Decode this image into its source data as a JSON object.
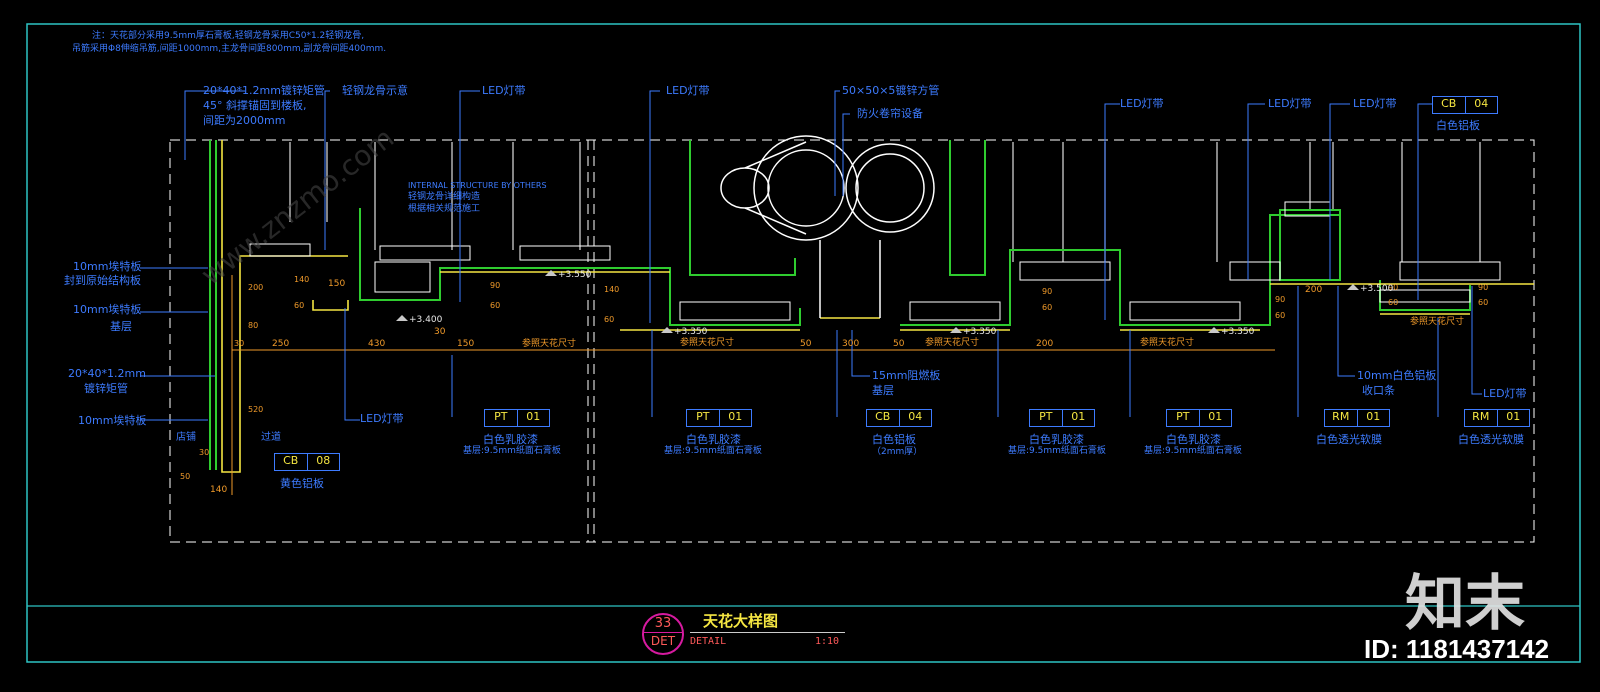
{
  "colors": {
    "background": "#000000",
    "frame": "#2ec4c4",
    "annotation": "#3d7bff",
    "dimension": "#f09a2a",
    "structure": "#2fcc2f",
    "finish": "#f5e642",
    "detail": "#ffffff",
    "marker": "#d61aa0"
  },
  "notes": {
    "line1": "注：天花部分采用9.5mm厚石膏板,轻钢龙骨采用C50*1.2轻钢龙骨,",
    "line2": "吊筋采用Φ8伸缩吊筋,间距1000mm,主龙骨间距800mm,副龙骨间距400mm."
  },
  "leaders": {
    "tube_top": "20*40*1.2mm镀锌矩管",
    "brace": "45° 斜撑锚固到楼板,",
    "spacing": "间距为2000mm",
    "keel": "轻钢龙骨示意",
    "led1": "LED灯带",
    "led2": "LED灯带",
    "square_tube": "50×50×5镀锌方管",
    "fire_shutter": "防火卷帘设备",
    "led3": "LED灯带",
    "led4": "LED灯带",
    "led5": "LED灯带",
    "internal_en": "INTERNAL STRUCTURE BY OTHERS",
    "internal_cn1": "轻钢龙骨详细构造",
    "internal_cn2": "根据相关规范施工"
  },
  "left_labels": {
    "board_seal_1": "10mm埃特板",
    "board_seal_2": "封到原始结构板",
    "board_base_1": "10mm埃特板",
    "board_base_2": "基层",
    "tube_1": "20*40*1.2mm",
    "tube_2": "镀锌矩管",
    "board_10": "10mm埃特板",
    "shop": "店铺",
    "corridor": "过道"
  },
  "lower_labels": {
    "led_bottom": "LED灯带",
    "fireboard_1": "15mm阻燃板",
    "fireboard_2": "基层",
    "trim_1": "10mm白色铝板",
    "trim_2": "收口条",
    "led_right": "LED灯带"
  },
  "tags": [
    {
      "code": "CB",
      "num": "08",
      "line1": "黄色铝板",
      "line2": ""
    },
    {
      "code": "PT",
      "num": "01",
      "line1": "白色乳胶漆",
      "line2": "基层:9.5mm纸面石膏板"
    },
    {
      "code": "PT",
      "num": "01",
      "line1": "白色乳胶漆",
      "line2": "基层:9.5mm纸面石膏板"
    },
    {
      "code": "CB",
      "num": "04",
      "line1": "白色铝板",
      "line2": "（2mm厚）"
    },
    {
      "code": "PT",
      "num": "01",
      "line1": "白色乳胶漆",
      "line2": "基层:9.5mm纸面石膏板"
    },
    {
      "code": "PT",
      "num": "01",
      "line1": "白色乳胶漆",
      "line2": "基层:9.5mm纸面石膏板"
    },
    {
      "code": "RM",
      "num": "01",
      "line1": "白色透光软膜",
      "line2": ""
    },
    {
      "code": "RM",
      "num": "01",
      "line1": "白色透光软膜",
      "line2": ""
    },
    {
      "code": "CB",
      "num": "04",
      "line1": "白色铝板",
      "line2": ""
    }
  ],
  "dims": {
    "d250": "250",
    "d430": "430",
    "d30a": "30",
    "d150a": "150",
    "ref1": "参照天花尺寸",
    "ref2": "参照天花尺寸",
    "d50a": "50",
    "d300": "300",
    "d50b": "50",
    "ref3": "参照天花尺寸",
    "d200a": "200",
    "ref4": "参照天花尺寸",
    "d200b": "200",
    "ref5": "参照天花尺寸",
    "d150b": "150",
    "d140a": "140",
    "d60a": "60",
    "d90a": "90",
    "d60b": "60",
    "d200v": "200",
    "d80": "80",
    "d520": "520",
    "d30b": "30",
    "d30c": "30",
    "d50v": "50",
    "d140b": "140",
    "d90b": "90",
    "d60c": "60",
    "d140c": "140",
    "d60d": "60",
    "d90c": "90",
    "d60e": "60",
    "d90d": "90",
    "d60f": "60",
    "d90e": "90",
    "d60g": "60"
  },
  "levels": {
    "l3550": "+3.550",
    "l3400": "+3.400",
    "l3350a": "+3.350",
    "l3350b": "+3.350",
    "l3350c": "+3.350",
    "l3500": "+3.500"
  },
  "title_block": {
    "sheet_no": "33",
    "sheet_code": "DET",
    "title": "天花大样图",
    "subtitle": "DETAIL",
    "scale": "1:10"
  },
  "watermark": {
    "logo": "知末",
    "id": "ID: 1181437142",
    "site": "www.znzmo.com"
  }
}
